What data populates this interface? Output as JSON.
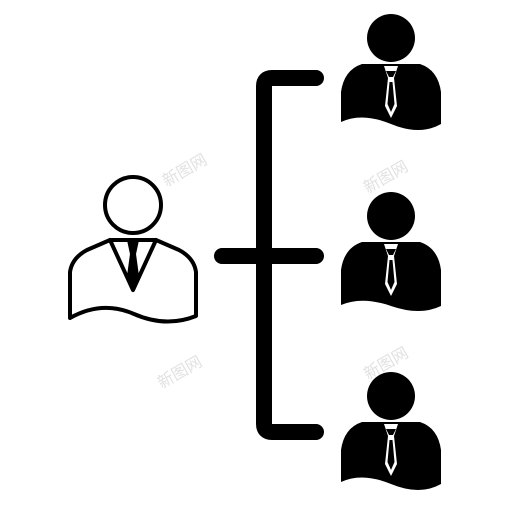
{
  "icon": {
    "name": "org-chart-icon",
    "description_icon": "manager-delegates-to-team",
    "colors": {
      "stroke": "#000000",
      "fill": "#000000",
      "background": "#ffffff",
      "tie_light": "#ffffff",
      "watermark": "#e2e2e2"
    }
  },
  "watermarks": [
    "新图网",
    "新图网",
    "新图网"
  ]
}
